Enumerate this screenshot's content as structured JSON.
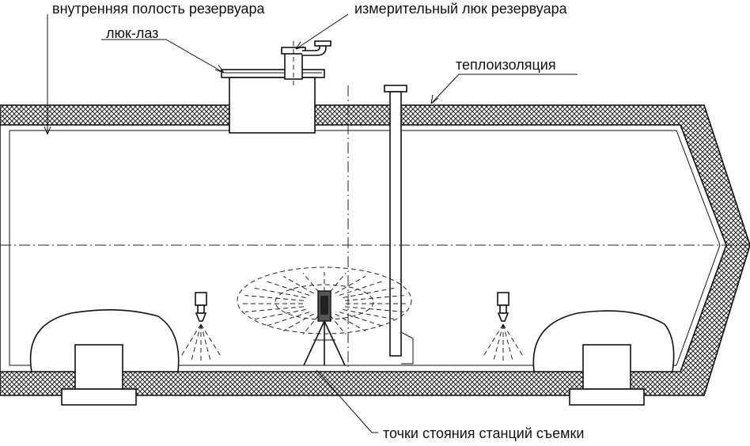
{
  "labels": {
    "inner_cavity": "внутренняя полость резервуара",
    "measuring_hatch": "измерительный люк резервуара",
    "manhole": "люк-лаз",
    "insulation": "теплоизоляция",
    "station_points": "точки стояния станций съемки"
  },
  "icons": {
    "scanner": "laser-scanner-icon",
    "tripod": "tripod-icon",
    "spray_nozzle": "spray-nozzle-icon"
  },
  "colors": {
    "line": "#111111",
    "background": "#ffffff"
  }
}
